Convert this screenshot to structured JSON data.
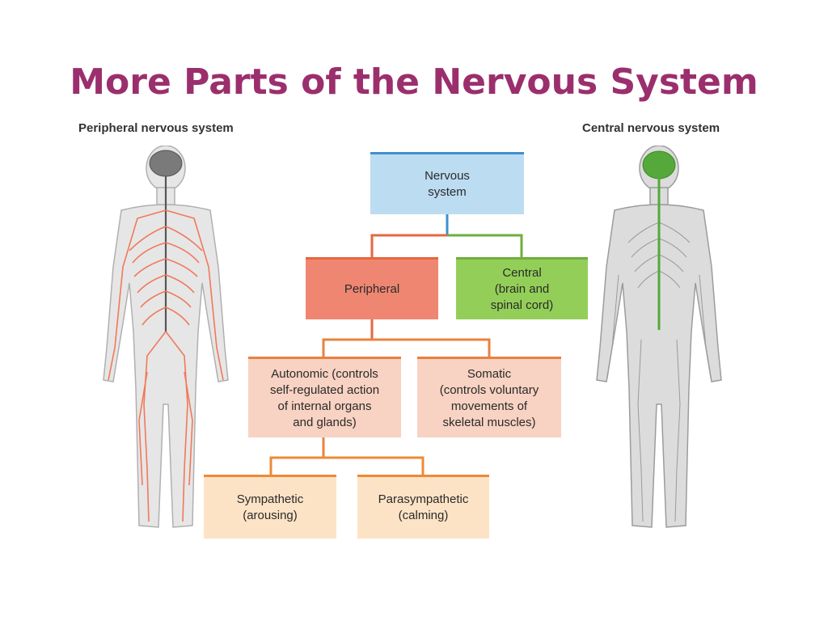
{
  "title": "More Parts of the Nervous System",
  "figures": {
    "left_label": "Peripheral nervous system",
    "right_label": "Central nervous system"
  },
  "hierarchy": {
    "root": "Nervous\nsystem",
    "peripheral": "Peripheral",
    "central": "Central\n(brain and\nspinal cord)",
    "autonomic": "Autonomic (controls\nself-regulated action\nof internal organs\nand glands)",
    "somatic": "Somatic\n(controls voluntary\nmovements of\nskeletal muscles)",
    "sympathetic": "Sympathetic\n(arousing)",
    "parasympathetic": "Parasympathetic\n(calming)"
  },
  "colors": {
    "title": "#9b2f6d",
    "peripheral_nerves": "#f0795a",
    "central_nerves": "#55a83a",
    "body_fill": "#e3e3e3",
    "body_outline": "#a8a8a8"
  }
}
